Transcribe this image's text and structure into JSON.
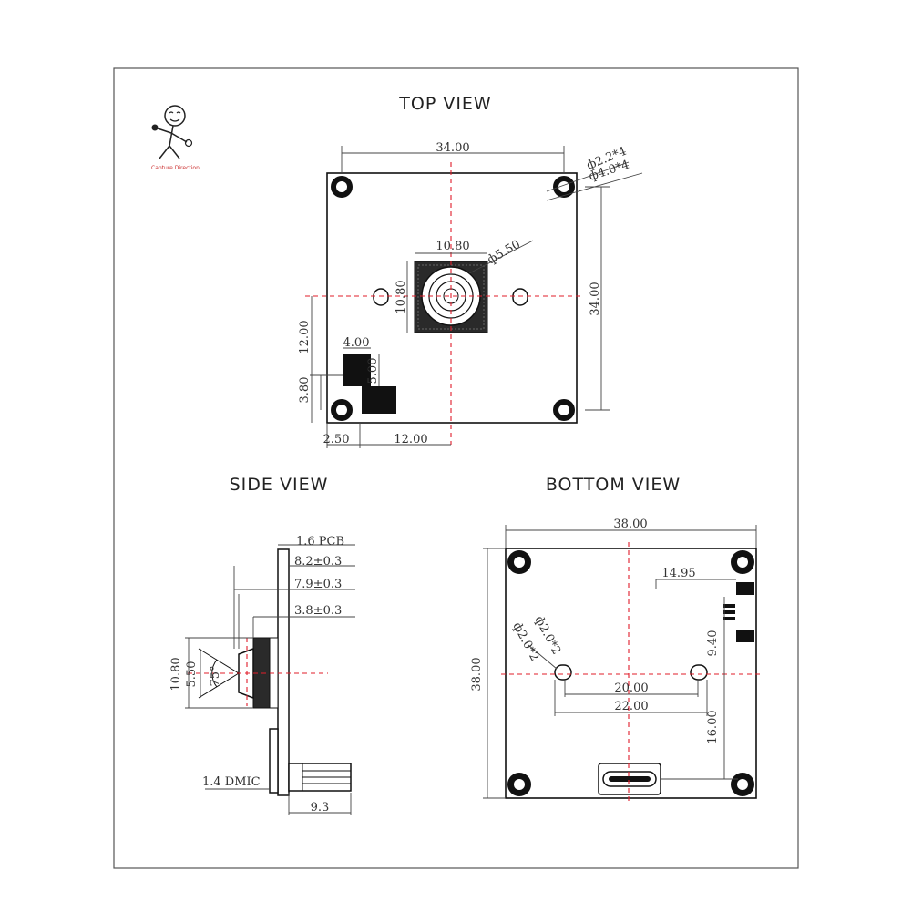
{
  "views": {
    "top": "TOP VIEW",
    "side": "SIDE VIEW",
    "bottom": "BOTTOM  VIEW"
  },
  "capture_direction": "Capture Direction",
  "top_dims": {
    "width": "34.00",
    "height": "34.00",
    "hole_small": "ф2.2*4",
    "hole_large": "ф4.0*4",
    "lens_w": "10.80",
    "lens_h": "10.80",
    "lens_dia": "ф5.50",
    "offset_y": "12.00",
    "pad_w": "4.00",
    "pad_h": "5.00",
    "pad_y": "3.80",
    "pad_x": "2.50",
    "offset_x": "12.00"
  },
  "side_dims": {
    "pcb": "1.6 PCB",
    "d1": "8.2±0.3",
    "d2": "7.9±0.3",
    "d3": "3.8±0.3",
    "lens_h": "10.80",
    "lens_d": "5.50",
    "angle": "75°",
    "dmic": "1.4 DMIC",
    "conn_len": "9.3"
  },
  "bottom_dims": {
    "width": "38.00",
    "height": "38.00",
    "d_right": "14.95",
    "hole_a": "ф2.0*2",
    "hole_b": "ф2.0*2",
    "d_vert": "9.40",
    "span_inner": "20.00",
    "span_outer": "22.00",
    "d_low": "16.00"
  }
}
